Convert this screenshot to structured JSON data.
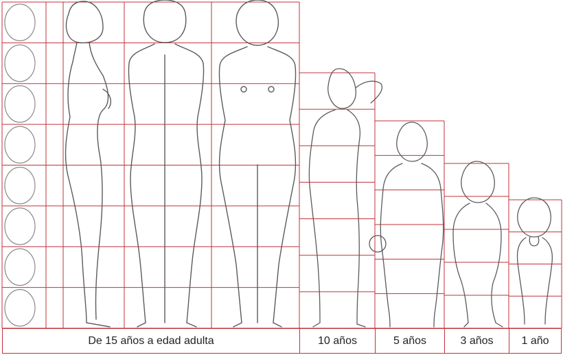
{
  "labels": {
    "adult": "De 15 años a edad adulta",
    "ten": "10 años",
    "five": "5 años",
    "three": "3 años",
    "one": "1 año"
  },
  "colors": {
    "grid_line": "#c0303a",
    "sketch": "#5a5a5a",
    "head_oval": "#8a8a8a",
    "background": "#ffffff"
  },
  "figures": {
    "adult_head_units": 8,
    "ten_years_head_units": 7,
    "five_years_head_units": 6,
    "three_years_head_units": 5,
    "one_year_head_units": 4
  }
}
